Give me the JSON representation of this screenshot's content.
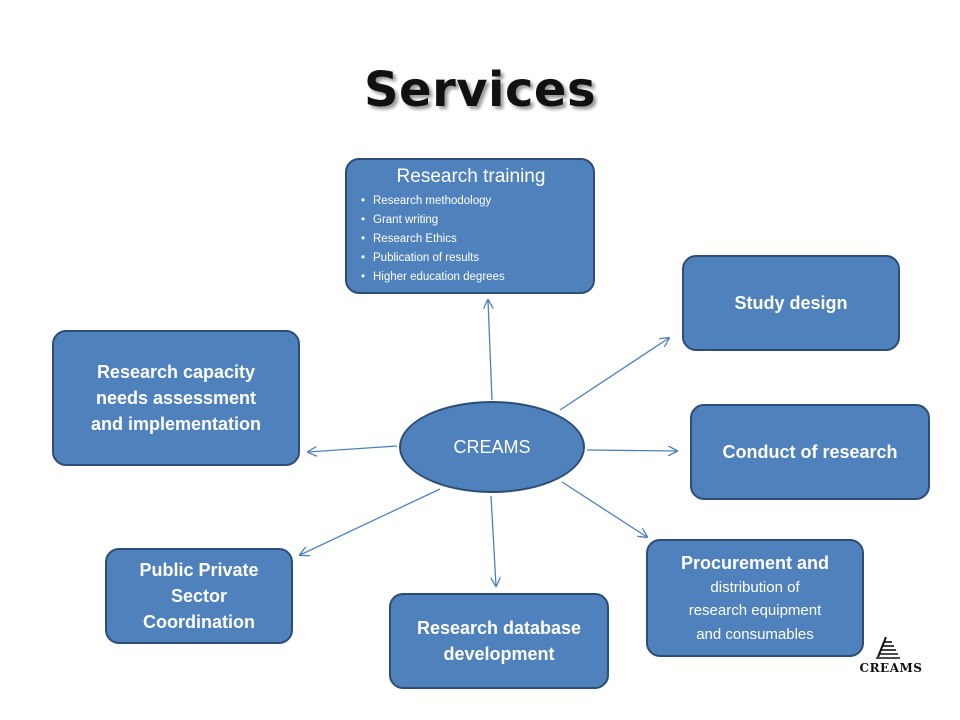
{
  "title": "Services",
  "center": {
    "label": "CREAMS"
  },
  "research_training": {
    "heading": "Research training",
    "items": [
      "Research methodology",
      "Grant writing",
      "Research Ethics",
      "Publication of results",
      "Higher education degrees"
    ]
  },
  "boxes": {
    "study_design": {
      "lines": [
        "Study design"
      ]
    },
    "conduct_research": {
      "lines": [
        "Conduct of research"
      ]
    },
    "capacity": {
      "lines": [
        "Research capacity",
        "needs assessment",
        "and implementation"
      ]
    },
    "ppp": {
      "lines": [
        "Public Private",
        "Sector",
        "Coordination"
      ]
    },
    "database": {
      "lines": [
        "Research database",
        "development"
      ]
    },
    "procurement": {
      "heading": "Procurement and",
      "lines": [
        "distribution of",
        "research equipment",
        "and consumables"
      ]
    }
  },
  "logo": {
    "text": "CREAMS"
  },
  "colors": {
    "box_fill": "#4f81bd",
    "box_border": "#2c4d75",
    "arrow": "#4f81bd"
  }
}
